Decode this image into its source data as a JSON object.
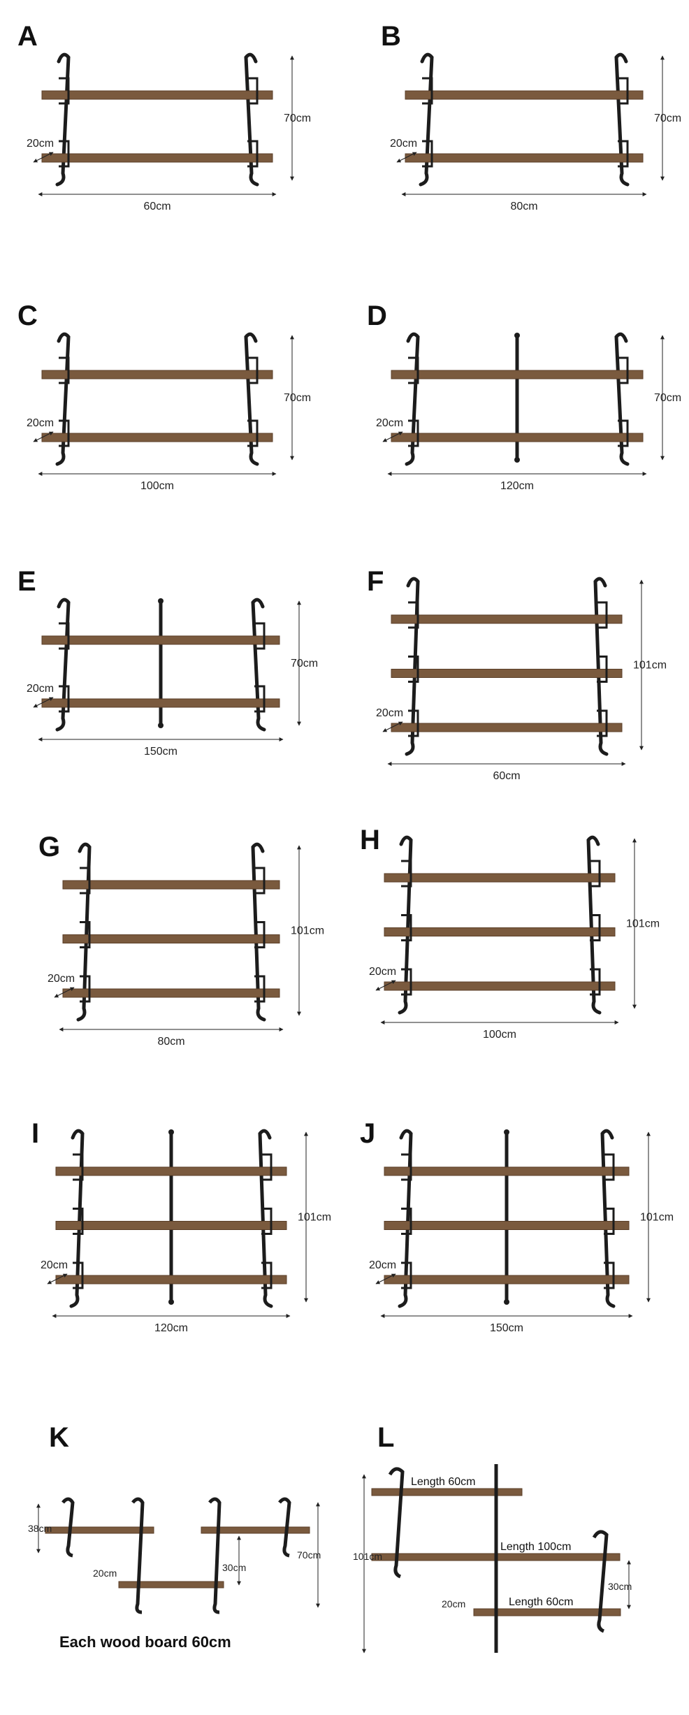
{
  "colors": {
    "wood": "#7a5a3e",
    "wood_dark": "#5b3f28",
    "pipe": "#1c1c1c",
    "dim_line": "#222222"
  },
  "panels": [
    {
      "letter": "A",
      "boards": 2,
      "mid_posts": 0,
      "width_label": "60cm",
      "height_label": "70cm",
      "depth_label": "20cm"
    },
    {
      "letter": "B",
      "boards": 2,
      "mid_posts": 0,
      "width_label": "80cm",
      "height_label": "70cm",
      "depth_label": "20cm"
    },
    {
      "letter": "C",
      "boards": 2,
      "mid_posts": 0,
      "width_label": "100cm",
      "height_label": "70cm",
      "depth_label": "20cm"
    },
    {
      "letter": "D",
      "boards": 2,
      "mid_posts": 1,
      "width_label": "120cm",
      "height_label": "70cm",
      "depth_label": "20cm"
    },
    {
      "letter": "E",
      "boards": 2,
      "mid_posts": 1,
      "width_label": "150cm",
      "height_label": "70cm",
      "depth_label": "20cm"
    },
    {
      "letter": "F",
      "boards": 3,
      "mid_posts": 0,
      "width_label": "60cm",
      "height_label": "101cm",
      "depth_label": "20cm"
    },
    {
      "letter": "G",
      "boards": 3,
      "mid_posts": 0,
      "width_label": "80cm",
      "height_label": "101cm",
      "depth_label": "20cm"
    },
    {
      "letter": "H",
      "boards": 3,
      "mid_posts": 0,
      "width_label": "100cm",
      "height_label": "101cm",
      "depth_label": "20cm"
    },
    {
      "letter": "I",
      "boards": 3,
      "mid_posts": 1,
      "width_label": "120cm",
      "height_label": "101cm",
      "depth_label": "20cm"
    },
    {
      "letter": "J",
      "boards": 3,
      "mid_posts": 1,
      "width_label": "150cm",
      "height_label": "101cm",
      "depth_label": "20cm"
    }
  ],
  "panel_k": {
    "letter": "K",
    "depth_label": "20cm",
    "top_gap_label": "38cm",
    "lower_gap_label": "30cm",
    "height_label": "70cm",
    "note": "Each wood board 60cm"
  },
  "panel_l": {
    "letter": "L",
    "height_label": "101cm",
    "depth_label": "20cm",
    "gap_label": "30cm",
    "board_labels": [
      "Length 60cm",
      "Length 100cm",
      "Length 60cm"
    ]
  }
}
